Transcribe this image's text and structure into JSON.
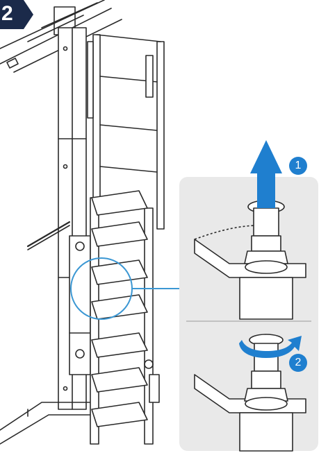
{
  "step_badge": {
    "number": "2",
    "color": "#1b2a4a"
  },
  "callouts": [
    {
      "number": "1",
      "action": "pull-up"
    },
    {
      "number": "2",
      "action": "rotate"
    }
  ],
  "colors": {
    "accent": "#1f7fcf",
    "line_art": "#2a2a2a",
    "detail_panel": "#e9e9e9",
    "magnifier_ring": "#3b97d3"
  },
  "icons": [
    "pull-up-arrow-icon",
    "rotate-arrow-icon",
    "magnifier-circle-icon"
  ]
}
